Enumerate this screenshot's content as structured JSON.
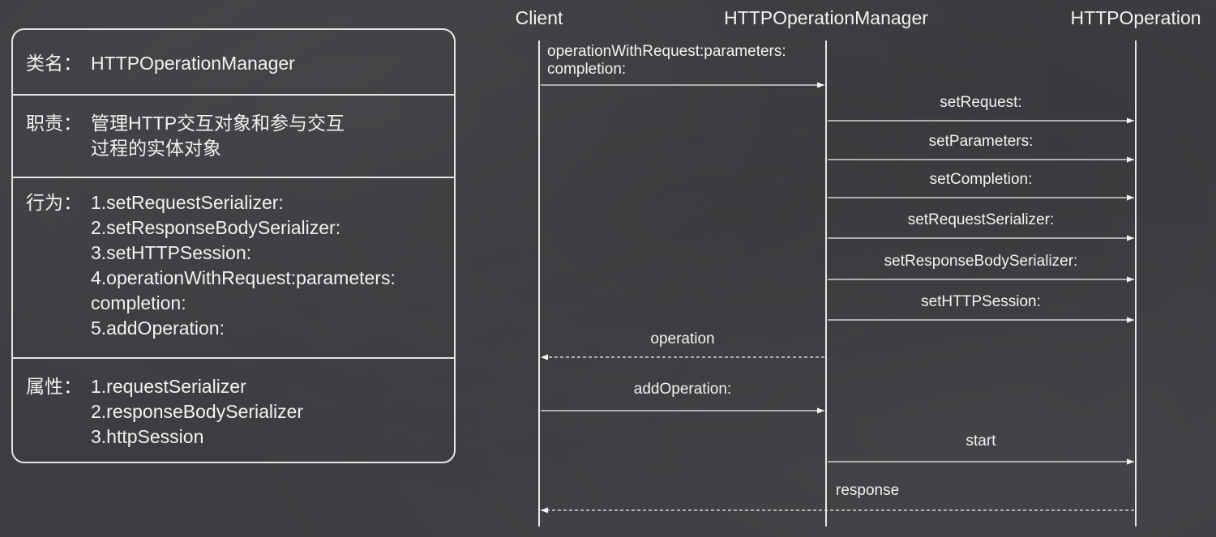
{
  "class_card": {
    "name_key": "类名：",
    "name_value": "HTTPOperationManager",
    "duty_key": "职责：",
    "duty_lines": [
      "管理HTTP交互对象和参与交互",
      "过程的实体对象"
    ],
    "behavior_key": "行为：",
    "behavior_lines": [
      "1.setRequestSerializer:",
      "2.setResponseBodySerializer:",
      "3.setHTTPSession:",
      "4.operationWithRequest:parameters:",
      "completion:",
      "5.addOperation:"
    ],
    "attr_key": "属性：",
    "attr_lines": [
      "1.requestSerializer",
      "2.responseBodySerializer",
      "3.httpSession"
    ]
  },
  "sequence": {
    "participants": [
      "Client",
      "HTTPOperationManager",
      "HTTPOperation"
    ],
    "messages": [
      {
        "from": 0,
        "to": 1,
        "label_lines": [
          "operationWithRequest:parameters:",
          "completion:"
        ],
        "dashed": false
      },
      {
        "from": 1,
        "to": 2,
        "label_lines": [
          "setRequest:"
        ],
        "dashed": false
      },
      {
        "from": 1,
        "to": 2,
        "label_lines": [
          "setParameters:"
        ],
        "dashed": false
      },
      {
        "from": 1,
        "to": 2,
        "label_lines": [
          "setCompletion:"
        ],
        "dashed": false
      },
      {
        "from": 1,
        "to": 2,
        "label_lines": [
          "setRequestSerializer:"
        ],
        "dashed": false
      },
      {
        "from": 1,
        "to": 2,
        "label_lines": [
          "setResponseBodySerializer:"
        ],
        "dashed": false
      },
      {
        "from": 1,
        "to": 2,
        "label_lines": [
          "setHTTPSession:"
        ],
        "dashed": false
      },
      {
        "from": 1,
        "to": 0,
        "label_lines": [
          "operation"
        ],
        "dashed": true
      },
      {
        "from": 0,
        "to": 1,
        "label_lines": [
          "addOperation:"
        ],
        "dashed": false
      },
      {
        "from": 1,
        "to": 2,
        "label_lines": [
          "start"
        ],
        "dashed": false
      },
      {
        "from": 2,
        "to": 0,
        "label_lines": [
          "response"
        ],
        "dashed": true
      }
    ]
  },
  "colors": {
    "background": "#3b3d40",
    "ink": "#f2f2f2"
  }
}
